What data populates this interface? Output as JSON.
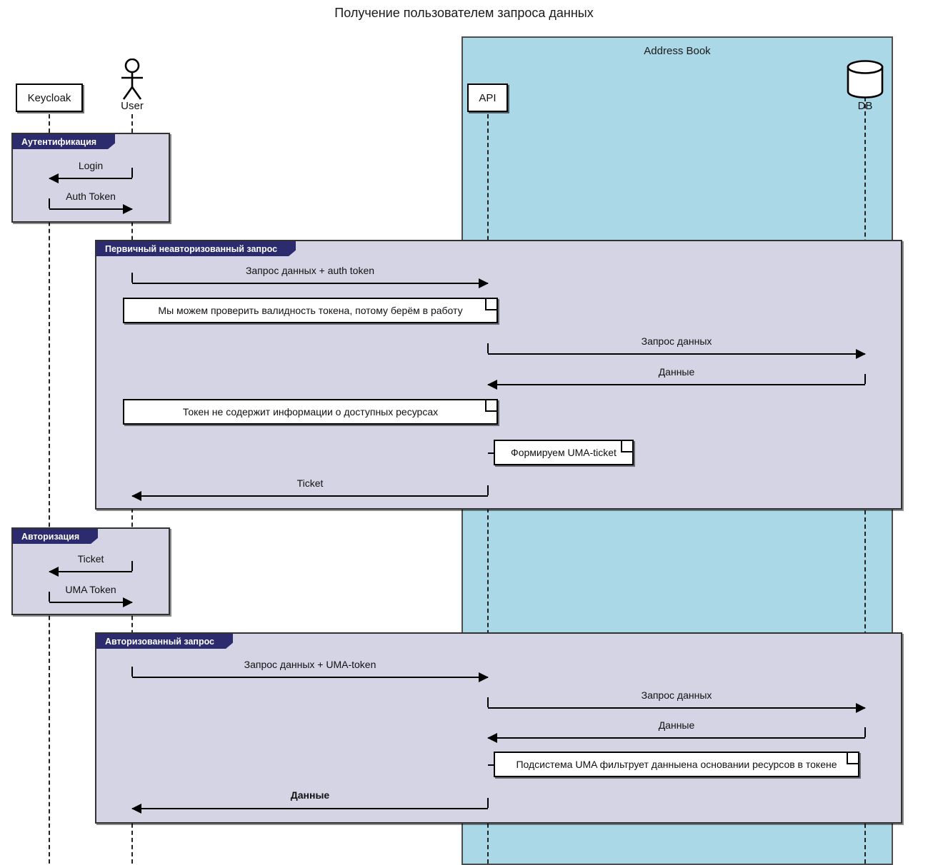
{
  "title": "Получение пользователем запроса данных",
  "system": {
    "label": "Address Book"
  },
  "participants": [
    {
      "key": "keycloak",
      "label": "Keycloak",
      "kind": "box"
    },
    {
      "key": "user",
      "label": "User",
      "kind": "actor"
    },
    {
      "key": "api",
      "label": "API",
      "kind": "box"
    },
    {
      "key": "db",
      "label": "DB",
      "kind": "database"
    }
  ],
  "fragments": [
    {
      "key": "auth",
      "label": "Аутентификация"
    },
    {
      "key": "first_request",
      "label": "Первичный неавторизованный запрос"
    },
    {
      "key": "authorization",
      "label": "Авторизация"
    },
    {
      "key": "authorized_request",
      "label": "Авторизованный запрос"
    }
  ],
  "messages": [
    {
      "key": "login",
      "label": "Login",
      "from": "user",
      "to": "keycloak",
      "direction": "left",
      "bold": false
    },
    {
      "key": "auth_token",
      "label": "Auth Token",
      "from": "keycloak",
      "to": "user",
      "direction": "right",
      "bold": false
    },
    {
      "key": "data_request_auth_token",
      "label": "Запрос данных + auth token",
      "from": "user",
      "to": "api",
      "direction": "right",
      "bold": false
    },
    {
      "key": "db_request_1",
      "label": "Запрос данных",
      "from": "api",
      "to": "db",
      "direction": "right",
      "bold": false
    },
    {
      "key": "db_data_1",
      "label": "Данные",
      "from": "db",
      "to": "api",
      "direction": "left",
      "bold": false
    },
    {
      "key": "ticket_to_user",
      "label": "Ticket",
      "from": "api",
      "to": "user",
      "direction": "left",
      "bold": false
    },
    {
      "key": "ticket_to_keycloak",
      "label": "Ticket",
      "from": "user",
      "to": "keycloak",
      "direction": "left",
      "bold": false
    },
    {
      "key": "uma_token",
      "label": "UMA Token",
      "from": "keycloak",
      "to": "user",
      "direction": "right",
      "bold": false
    },
    {
      "key": "data_request_uma_token",
      "label": "Запрос данных + UMA-token",
      "from": "user",
      "to": "api",
      "direction": "right",
      "bold": false
    },
    {
      "key": "db_request_2",
      "label": "Запрос данных",
      "from": "api",
      "to": "db",
      "direction": "right",
      "bold": false
    },
    {
      "key": "db_data_2",
      "label": "Данные",
      "from": "db",
      "to": "api",
      "direction": "left",
      "bold": false
    },
    {
      "key": "final_data",
      "label": "Данные",
      "from": "api",
      "to": "user",
      "direction": "left",
      "bold": true
    }
  ],
  "notes": [
    {
      "key": "note_token_valid",
      "text": "Мы можем проверить валидность токена, потому берём в работу"
    },
    {
      "key": "note_no_resources",
      "text": "Токен не содержит информации о доступных ресурсах"
    },
    {
      "key": "note_uma_ticket",
      "text": "Формируем UMA-ticket"
    },
    {
      "key": "note_uma_filter",
      "text": "Подсистема UMA фильтрует данныена основании ресурсов в токене"
    }
  ],
  "colors": {
    "system_fill": "#abd8e6",
    "fragment_fill": "#d5d4e4",
    "fragment_tab": "#2b2b6e",
    "line": "#000000",
    "note_fill": "#ffffff"
  }
}
